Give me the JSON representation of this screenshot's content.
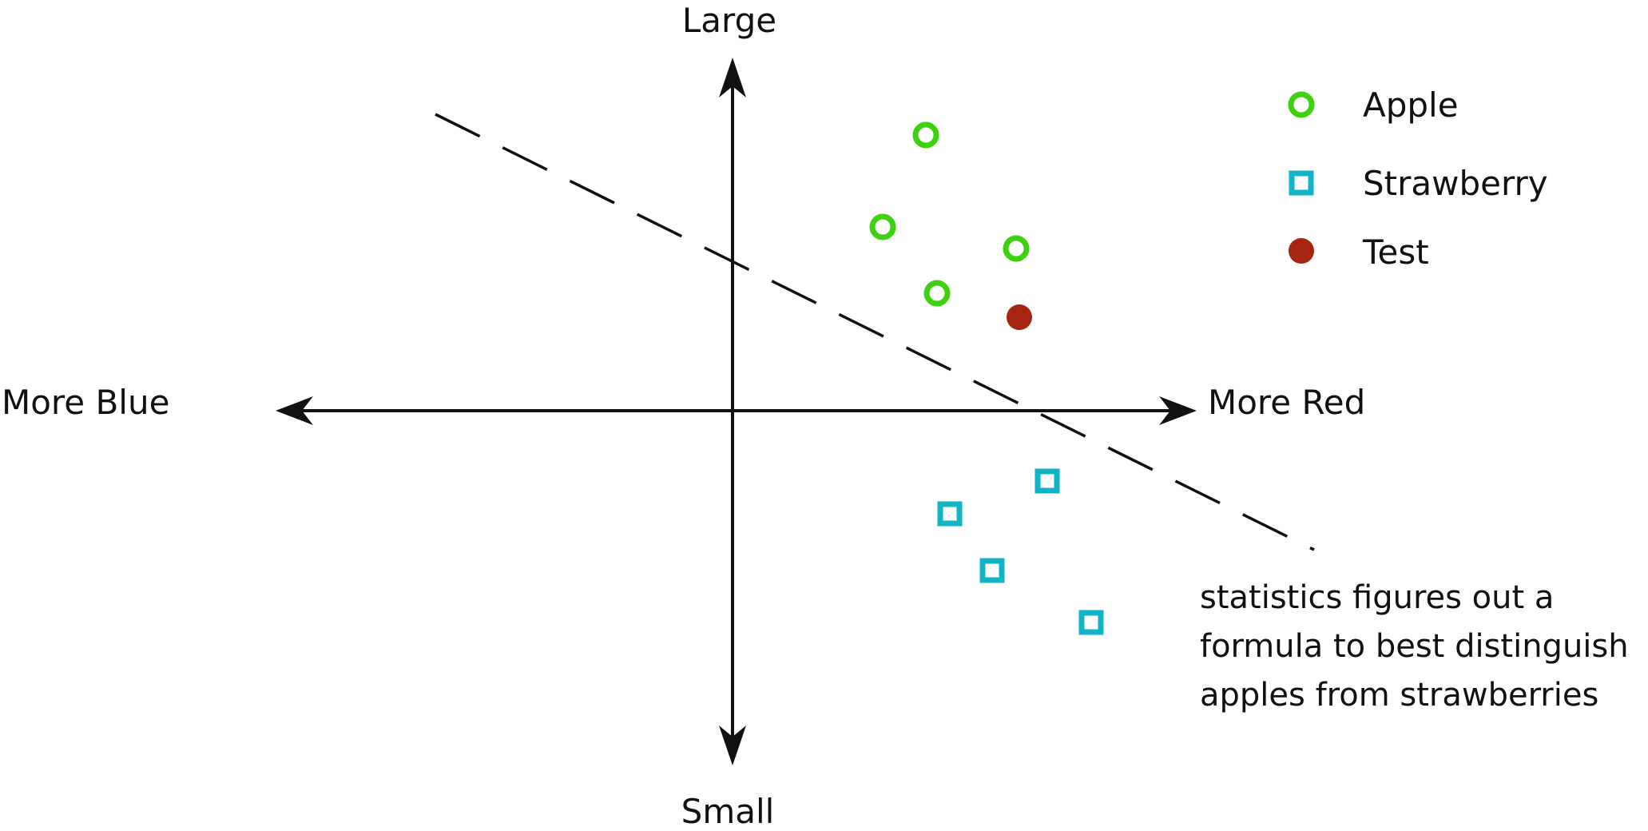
{
  "axes": {
    "top_label": "Large",
    "bottom_label": "Small",
    "left_label": "More Blue",
    "right_label": "More Red"
  },
  "legend": {
    "items": [
      {
        "label": "Apple",
        "marker": "open-circle",
        "color": "#3dd10f"
      },
      {
        "label": "Strawberry",
        "marker": "open-square",
        "color": "#10b4c6"
      },
      {
        "label": "Test",
        "marker": "filled-circle",
        "color": "#a52510"
      }
    ]
  },
  "annotation": {
    "lines": [
      "statistics figures out a",
      "formula to best distinguish",
      "apples from strawberries"
    ]
  },
  "colors": {
    "apple": "#3dd10f",
    "strawberry": "#10b4c6",
    "test": "#a52510",
    "ink": "#111111"
  }
}
